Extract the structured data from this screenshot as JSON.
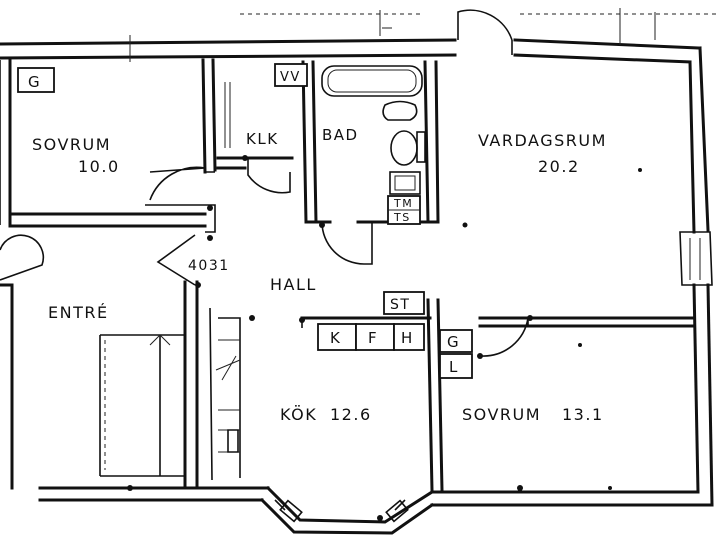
{
  "rooms": {
    "sovrum1": {
      "name": "SOVRUM",
      "area": "10.0"
    },
    "vardagsrum": {
      "name": "VARDAGSRUM",
      "area": "20.2"
    },
    "kok": {
      "name": "KÖK",
      "area": "12.6"
    },
    "sovrum2": {
      "name": "SOVRUM",
      "area": "13.1"
    },
    "entre": {
      "name": "ENTRÉ"
    },
    "hall": {
      "name": "HALL"
    },
    "klk": {
      "name": "KLK"
    },
    "bad": {
      "name": "BAD"
    }
  },
  "fixtures": {
    "g_top": "G",
    "vv": "VV",
    "tm": "TM",
    "ts": "TS",
    "st": "ST",
    "k": "K",
    "f": "F",
    "h": "H",
    "g_kitchen": "G",
    "l": "L"
  },
  "door_code": "4031"
}
